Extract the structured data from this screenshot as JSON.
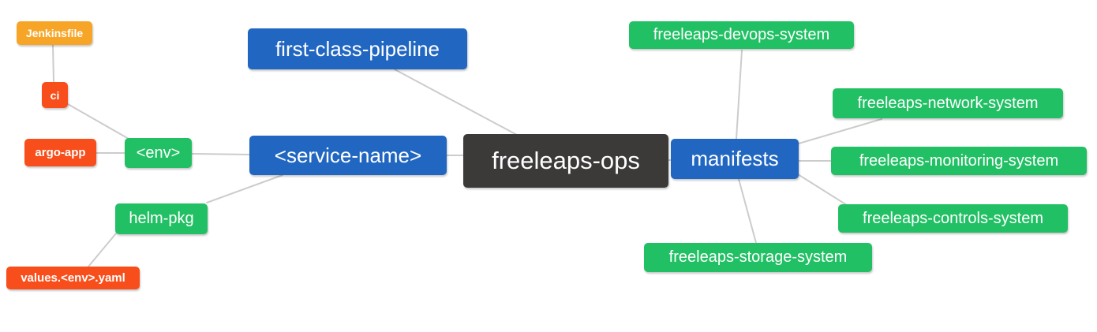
{
  "diagram": {
    "type": "mindmap",
    "root_label": "freeleaps-ops",
    "colors": {
      "root_bg": "#3c3a39",
      "branch_blue": "#2167c1",
      "leaf_green": "#22c064",
      "leaf_red": "#f84e1b",
      "leaf_orange": "#f6a527",
      "edge_line": "#cccccc",
      "text": "#ffffff",
      "background": "#ffffff"
    },
    "nodes": {
      "freeleaps_ops": {
        "label": "freeleaps-ops",
        "color": "#3c3a39"
      },
      "first_class_pipeline": {
        "label": "first-class-pipeline",
        "color": "#2167c1"
      },
      "service_name": {
        "label": "<service-name>",
        "color": "#2167c1"
      },
      "manifests": {
        "label": "manifests",
        "color": "#2167c1"
      },
      "env": {
        "label": "<env>",
        "color": "#22c064"
      },
      "helm_pkg": {
        "label": "helm-pkg",
        "color": "#22c064"
      },
      "ci": {
        "label": "ci",
        "color": "#f84e1b"
      },
      "argo_app": {
        "label": "argo-app",
        "color": "#f84e1b"
      },
      "jenkinsfile": {
        "label": "Jenkinsfile",
        "color": "#f6a527"
      },
      "values_env_yaml": {
        "label": "values.<env>.yaml",
        "color": "#f84e1b"
      },
      "devops_system": {
        "label": "freeleaps-devops-system",
        "color": "#22c064"
      },
      "network_system": {
        "label": "freeleaps-network-system",
        "color": "#22c064"
      },
      "monitoring_system": {
        "label": "freeleaps-monitoring-system",
        "color": "#22c064"
      },
      "controls_system": {
        "label": "freeleaps-controls-system",
        "color": "#22c064"
      },
      "storage_system": {
        "label": "freeleaps-storage-system",
        "color": "#22c064"
      }
    },
    "edges": [
      [
        "jenkinsfile",
        "ci"
      ],
      [
        "ci",
        "env"
      ],
      [
        "argo_app",
        "env"
      ],
      [
        "env",
        "service_name"
      ],
      [
        "service_name",
        "helm_pkg"
      ],
      [
        "helm_pkg",
        "values_env_yaml"
      ],
      [
        "service_name",
        "freeleaps_ops"
      ],
      [
        "first_class_pipeline",
        "freeleaps_ops"
      ],
      [
        "freeleaps_ops",
        "manifests"
      ],
      [
        "manifests",
        "devops_system"
      ],
      [
        "manifests",
        "network_system"
      ],
      [
        "manifests",
        "monitoring_system"
      ],
      [
        "manifests",
        "controls_system"
      ],
      [
        "manifests",
        "storage_system"
      ]
    ]
  }
}
